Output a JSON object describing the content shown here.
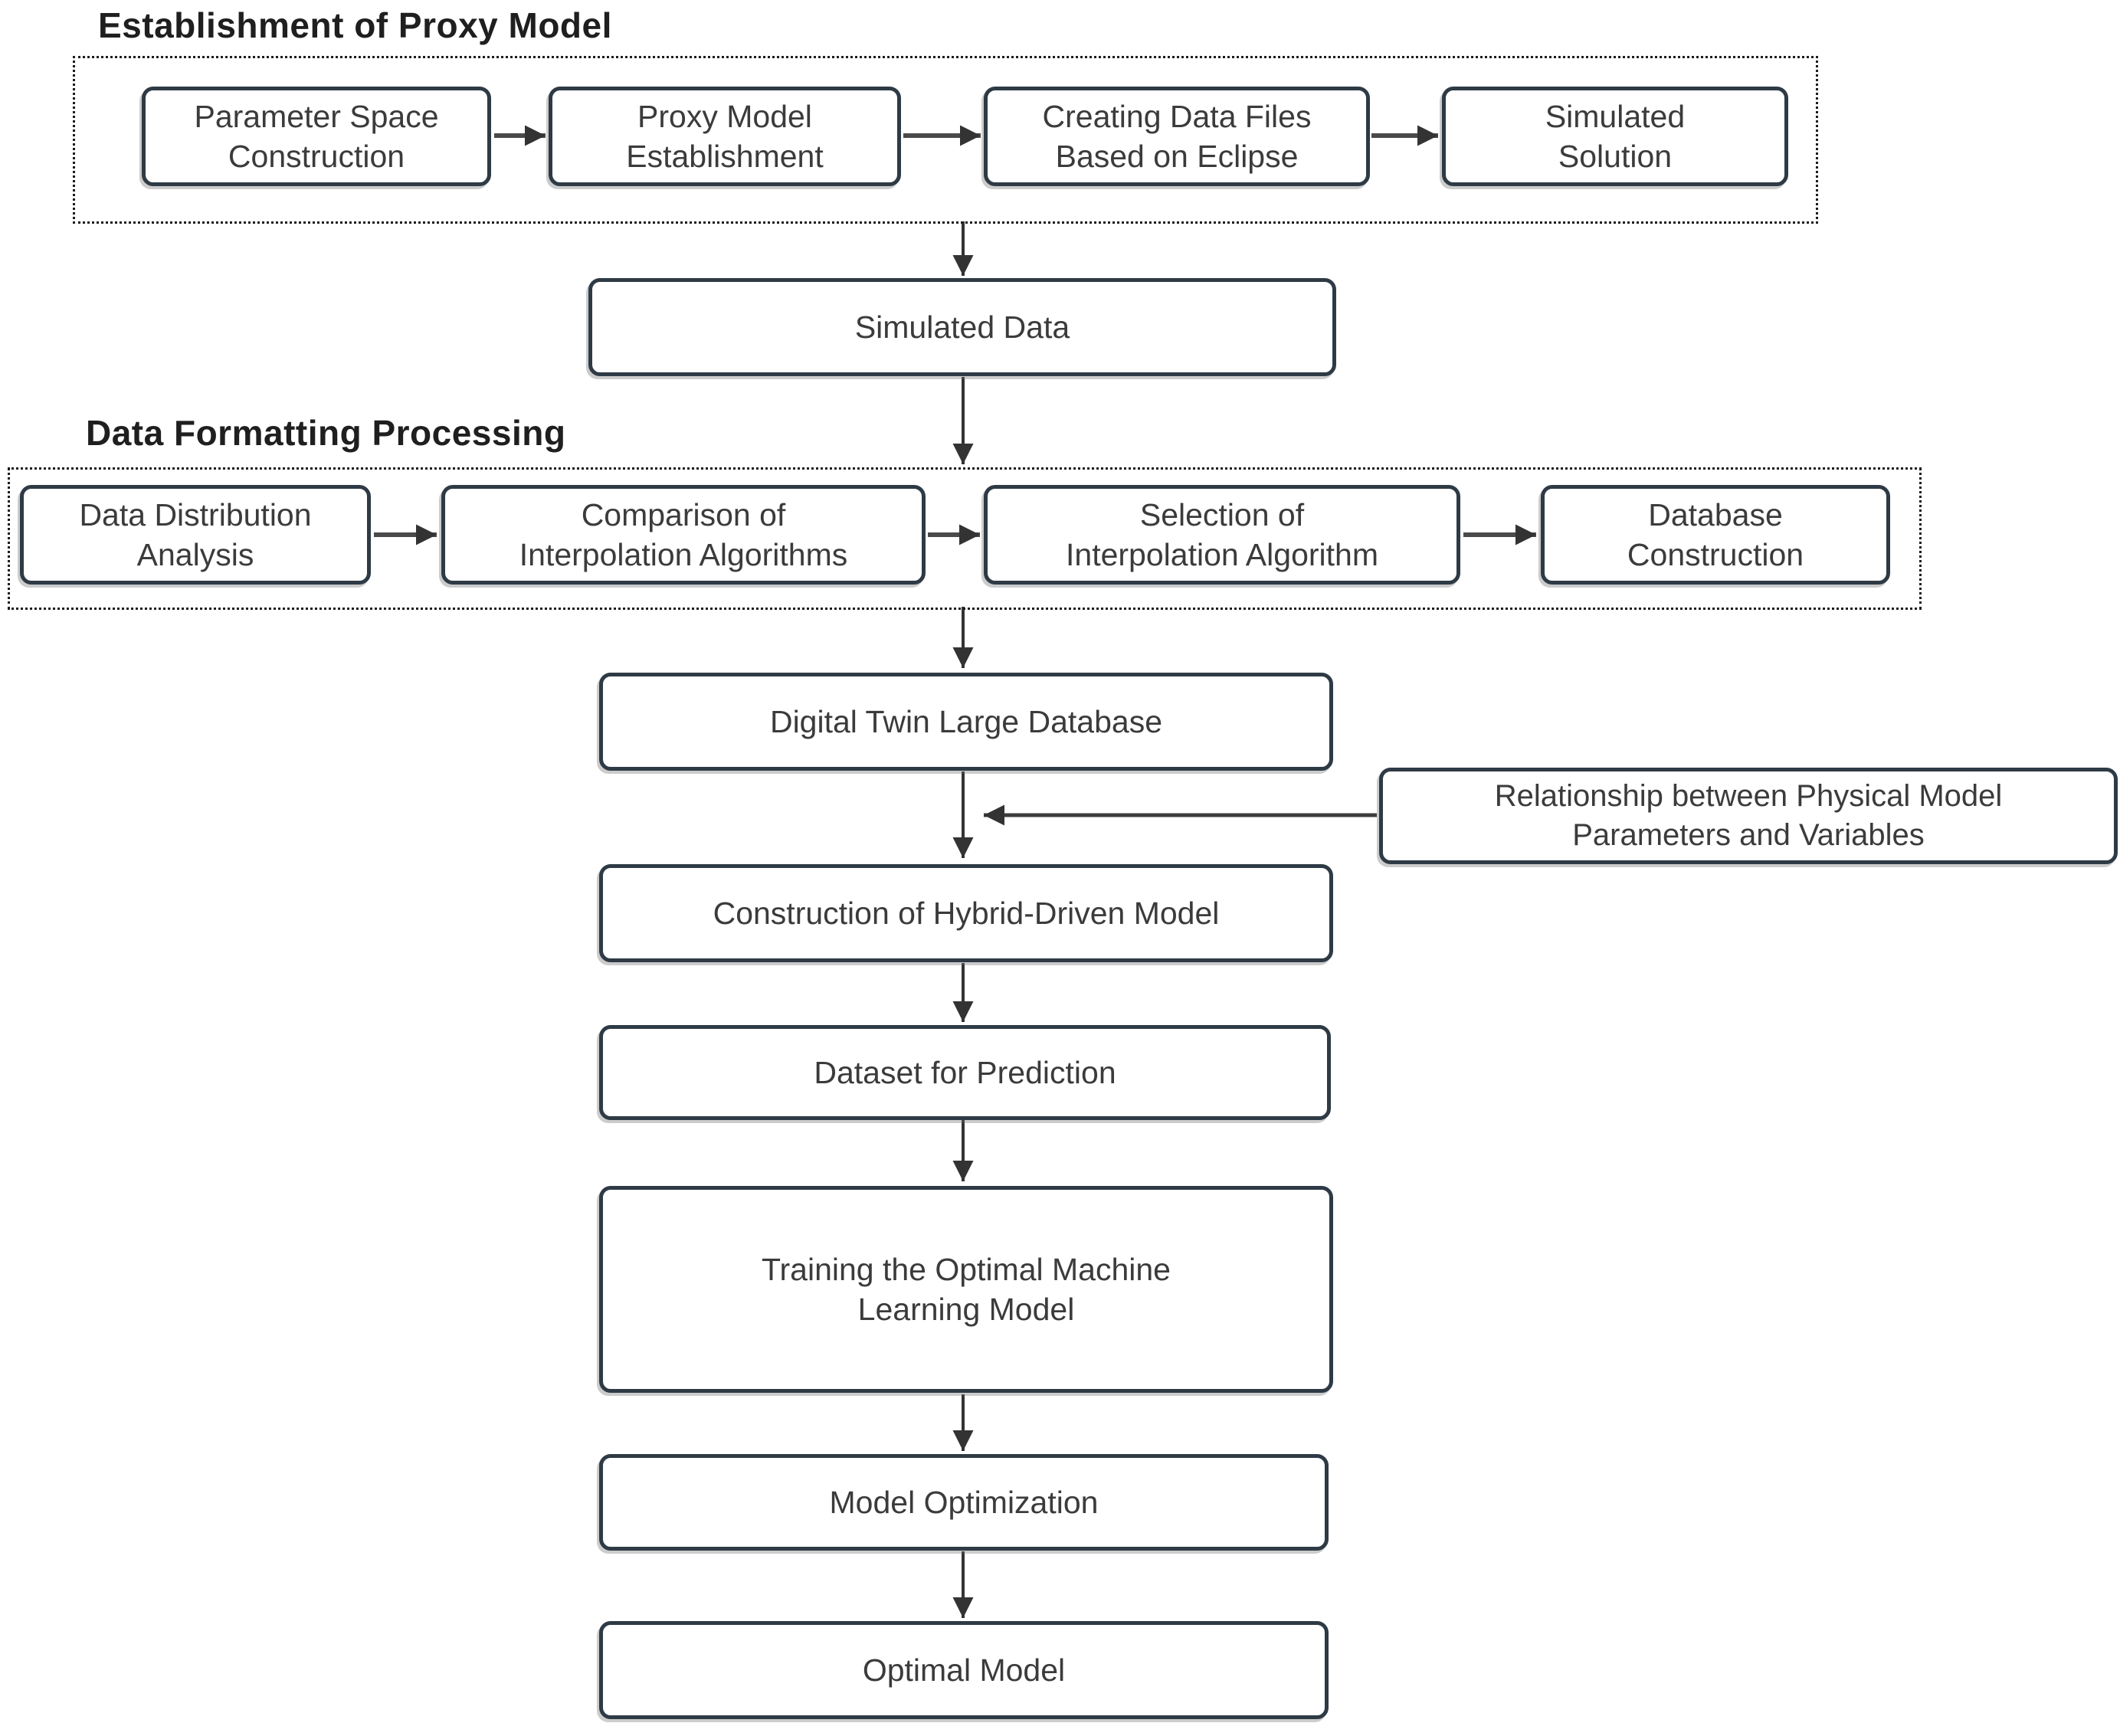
{
  "figure": {
    "type": "flowchart",
    "background": "#ffffff",
    "box_border_color": "#2e3a45",
    "box_fill": "#ffffff",
    "text_color": "#3b3b3b",
    "arrow_color": "#333333",
    "group_border_style": "dotted"
  },
  "sections": {
    "proxy": {
      "title": "Establishment of Proxy Model"
    },
    "formatting": {
      "title": "Data Formatting Processing"
    }
  },
  "nodes": {
    "parameter_space": {
      "label": "Parameter Space\nConstruction"
    },
    "proxy_model": {
      "label": "Proxy Model\nEstablishment"
    },
    "data_files": {
      "label": "Creating Data Files\nBased on Eclipse"
    },
    "simulated_solution": {
      "label": "Simulated\nSolution"
    },
    "simulated_data": {
      "label": "Simulated Data"
    },
    "data_distribution": {
      "label": "Data Distribution\nAnalysis"
    },
    "comparison_interpolation": {
      "label": "Comparison of\nInterpolation Algorithms"
    },
    "selection_interpolation": {
      "label": "Selection of\nInterpolation Algorithm"
    },
    "database_construction": {
      "label": "Database\nConstruction"
    },
    "digital_twin_database": {
      "label": "Digital Twin Large Database"
    },
    "relationship": {
      "label": "Relationship between Physical Model\nParameters and Variables"
    },
    "hybrid_model": {
      "label": "Construction of Hybrid-Driven Model"
    },
    "dataset_prediction": {
      "label": "Dataset for Prediction"
    },
    "training_optimal": {
      "label": "Training the Optimal Machine\nLearning Model"
    },
    "model_optimization": {
      "label": "Model Optimization"
    },
    "optimal_model": {
      "label": "Optimal Model"
    }
  },
  "edges": [
    {
      "from": "parameter_space",
      "to": "proxy_model"
    },
    {
      "from": "proxy_model",
      "to": "data_files"
    },
    {
      "from": "data_files",
      "to": "simulated_solution"
    },
    {
      "from": "establishment-of-proxy-model-group",
      "to": "simulated_data"
    },
    {
      "from": "simulated_data",
      "to": "data-formatting-processing-group"
    },
    {
      "from": "data_distribution",
      "to": "comparison_interpolation"
    },
    {
      "from": "comparison_interpolation",
      "to": "selection_interpolation"
    },
    {
      "from": "selection_interpolation",
      "to": "database_construction"
    },
    {
      "from": "data-formatting-processing-group",
      "to": "digital_twin_database"
    },
    {
      "from": "digital_twin_database",
      "to": "hybrid_model"
    },
    {
      "from": "relationship",
      "to": "hybrid_model"
    },
    {
      "from": "hybrid_model",
      "to": "dataset_prediction"
    },
    {
      "from": "dataset_prediction",
      "to": "training_optimal"
    },
    {
      "from": "training_optimal",
      "to": "model_optimization"
    },
    {
      "from": "model_optimization",
      "to": "optimal_model"
    }
  ]
}
